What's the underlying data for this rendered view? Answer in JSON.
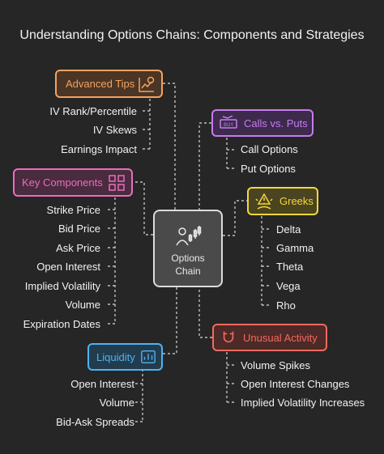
{
  "title": "Understanding Options Chains: Components and Strategies",
  "center": {
    "label_line1": "Options",
    "label_line2": "Chain",
    "icon": "person-chart-icon"
  },
  "branches": {
    "advanced_tips": {
      "label": "Advanced Tips",
      "icon": "chart-settings-icon",
      "color": "#f5a25d",
      "fill": "#4a3526",
      "items": [
        "IV Rank/Percentile",
        "IV Skews",
        "Earnings Impact"
      ]
    },
    "key_components": {
      "label": "Key Components",
      "icon": "grid-blocks-icon",
      "color": "#e86fb8",
      "fill": "#4a2b3f",
      "items": [
        "Strike Price",
        "Bid Price",
        "Ask Price",
        "Open Interest",
        "Implied Volatility",
        "Volume",
        "Expiration Dates"
      ]
    },
    "liquidity": {
      "label": "Liquidity",
      "icon": "money-chart-icon",
      "color": "#4fb3f0",
      "fill": "#223c4e",
      "items": [
        "Open Interest",
        "Volume",
        "Bid-Ask Spreads"
      ]
    },
    "calls_puts": {
      "label": "Calls vs. Puts",
      "icon": "buy-sell-icon",
      "color": "#c67cf0",
      "fill": "#3d2a4c",
      "items": [
        "Call Options",
        "Put Options"
      ]
    },
    "greeks": {
      "label": "Greeks",
      "icon": "alert-person-icon",
      "color": "#f3d83a",
      "fill": "#4b4420",
      "items": [
        "Delta",
        "Gamma",
        "Theta",
        "Vega",
        "Rho"
      ]
    },
    "unusual_activity": {
      "label": "Unusual Activity",
      "icon": "magnet-icon",
      "color": "#f36a5e",
      "fill": "#4b2a27",
      "items": [
        "Volume Spikes",
        "Open Interest Changes",
        "Implied Volatility Increases"
      ]
    }
  }
}
